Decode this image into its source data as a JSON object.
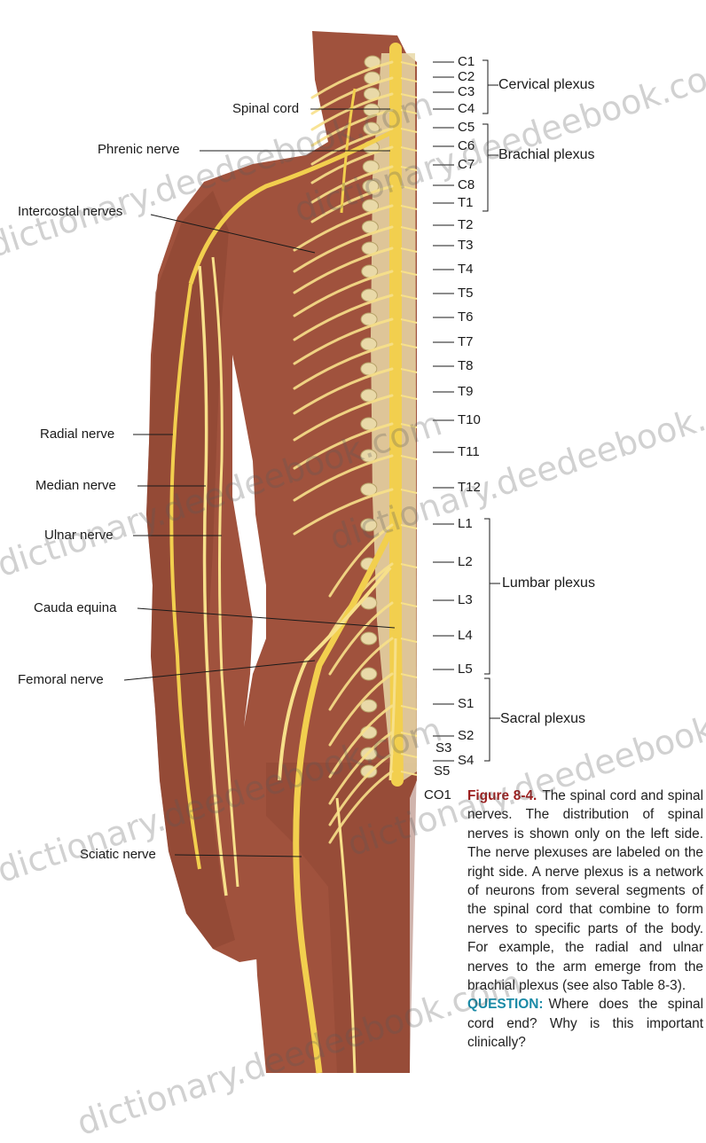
{
  "nerve_labels": {
    "spinal_cord": "Spinal cord",
    "phrenic": "Phrenic nerve",
    "intercostal": "Intercostal nerves",
    "radial": "Radial nerve",
    "median": "Median nerve",
    "ulnar": "Ulnar nerve",
    "cauda_equina": "Cauda equina",
    "femoral": "Femoral nerve",
    "sciatic": "Sciatic nerve"
  },
  "segments": {
    "c1": "C1",
    "c2": "C2",
    "c3": "C3",
    "c4": "C4",
    "c5": "C5",
    "c6": "C6",
    "c7": "C7",
    "c8": "C8",
    "t1": "T1",
    "t2": "T2",
    "t3": "T3",
    "t4": "T4",
    "t5": "T5",
    "t6": "T6",
    "t7": "T7",
    "t8": "T8",
    "t9": "T9",
    "t10": "T10",
    "t11": "T11",
    "t12": "T12",
    "l1": "L1",
    "l2": "L2",
    "l3": "L3",
    "l4": "L4",
    "l5": "L5",
    "s1": "S1",
    "s2": "S2",
    "s3": "S3",
    "s4": "S4",
    "s5": "S5",
    "co1": "CO1"
  },
  "plexuses": {
    "cervical": "Cervical plexus",
    "brachial": "Brachial plexus",
    "lumbar": "Lumbar plexus",
    "sacral": "Sacral plexus"
  },
  "caption": {
    "figure_label": "Figure 8-4.",
    "text": "The spinal cord and spinal nerves. The distribution of spinal nerves is shown only on the left side. The nerve plexuses are labeled on the right side. A nerve plexus is a network of neurons from several segments of the spinal cord that combine to form nerves to specific parts of the body. For example, the radial and ulnar nerves to the arm emerge from the brachial plexus (see also Table 8-3).",
    "question_label": "QUESTION:",
    "question_text": "Where does the spinal cord end? Why is this important clinically?"
  },
  "watermark": "dictionary.deedeebook.com",
  "colors": {
    "skin": "#a0523d",
    "skin_dark": "#8a4432",
    "nerve": "#f2cf4e",
    "nerve_light": "#f7e08a",
    "vertebra": "#e9d9a8",
    "figure_label": "#9b1d1d",
    "question_label": "#1a8aa6"
  }
}
